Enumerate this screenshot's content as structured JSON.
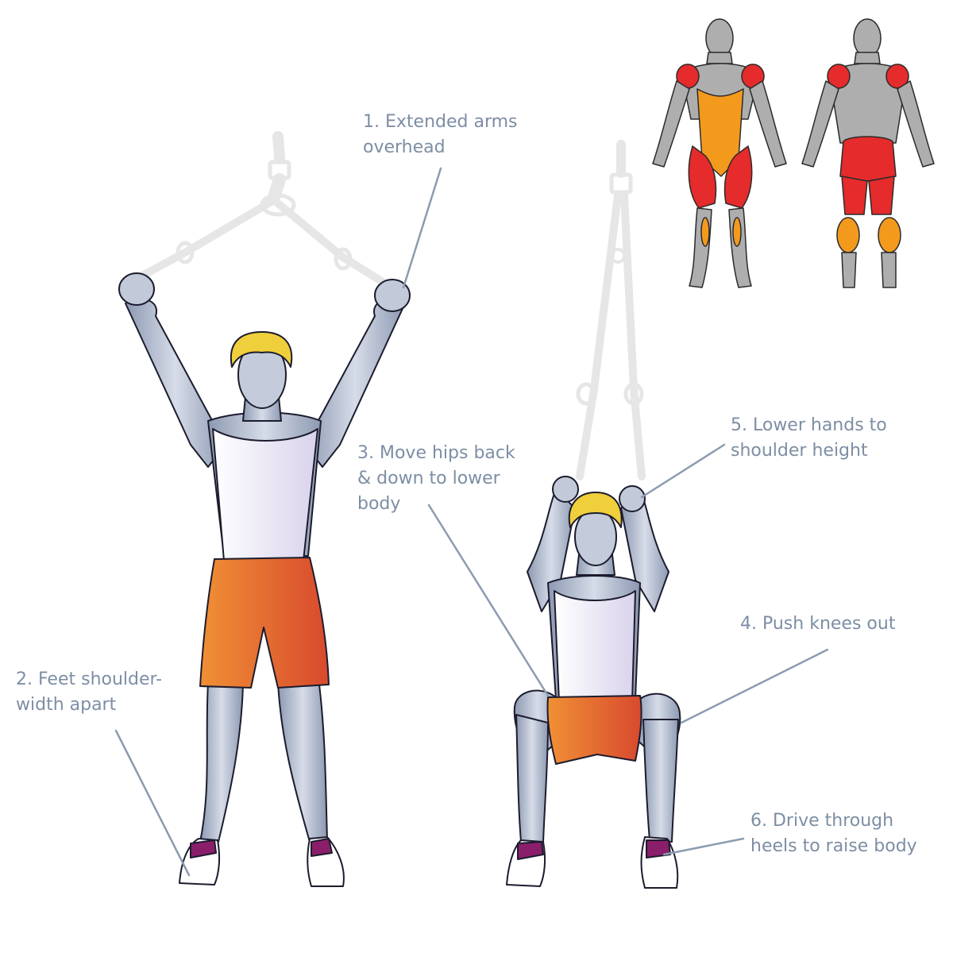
{
  "colors": {
    "label_text": "#7d8ea4",
    "leader_line": "#8c9bb0",
    "skin": "#a9b4c8",
    "skin_light": "#d6dce8",
    "outline": "#1c1c2e",
    "hair": "#f0cf3c",
    "shirt": "#f4f1fa",
    "shorts_start": "#f09035",
    "shorts_end": "#d84a2e",
    "shoe_accent": "#8b1e6a",
    "strap": "#e8e8e8",
    "muscle_primary": "#e52b2b",
    "muscle_secondary": "#f39a1d",
    "muscle_base": "#aeaeae"
  },
  "labels": [
    {
      "id": "step-1",
      "lines": [
        "1. Extended arms",
        "overhead"
      ]
    },
    {
      "id": "step-2",
      "lines": [
        "2. Feet shoulder-",
        "width apart"
      ]
    },
    {
      "id": "step-3",
      "lines": [
        "3. Move hips back",
        "& down to lower",
        "body"
      ]
    },
    {
      "id": "step-4",
      "lines": [
        "4. Push knees out"
      ]
    },
    {
      "id": "step-5",
      "lines": [
        "5. Lower hands to",
        "shoulder height"
      ]
    },
    {
      "id": "step-6",
      "lines": [
        "6. Drive through",
        "heels to raise body"
      ]
    }
  ],
  "icons": [
    "standing-athlete-figure",
    "squatting-athlete-figure",
    "suspension-strap-icon",
    "muscle-map-front-icon",
    "muscle-map-back-icon"
  ]
}
